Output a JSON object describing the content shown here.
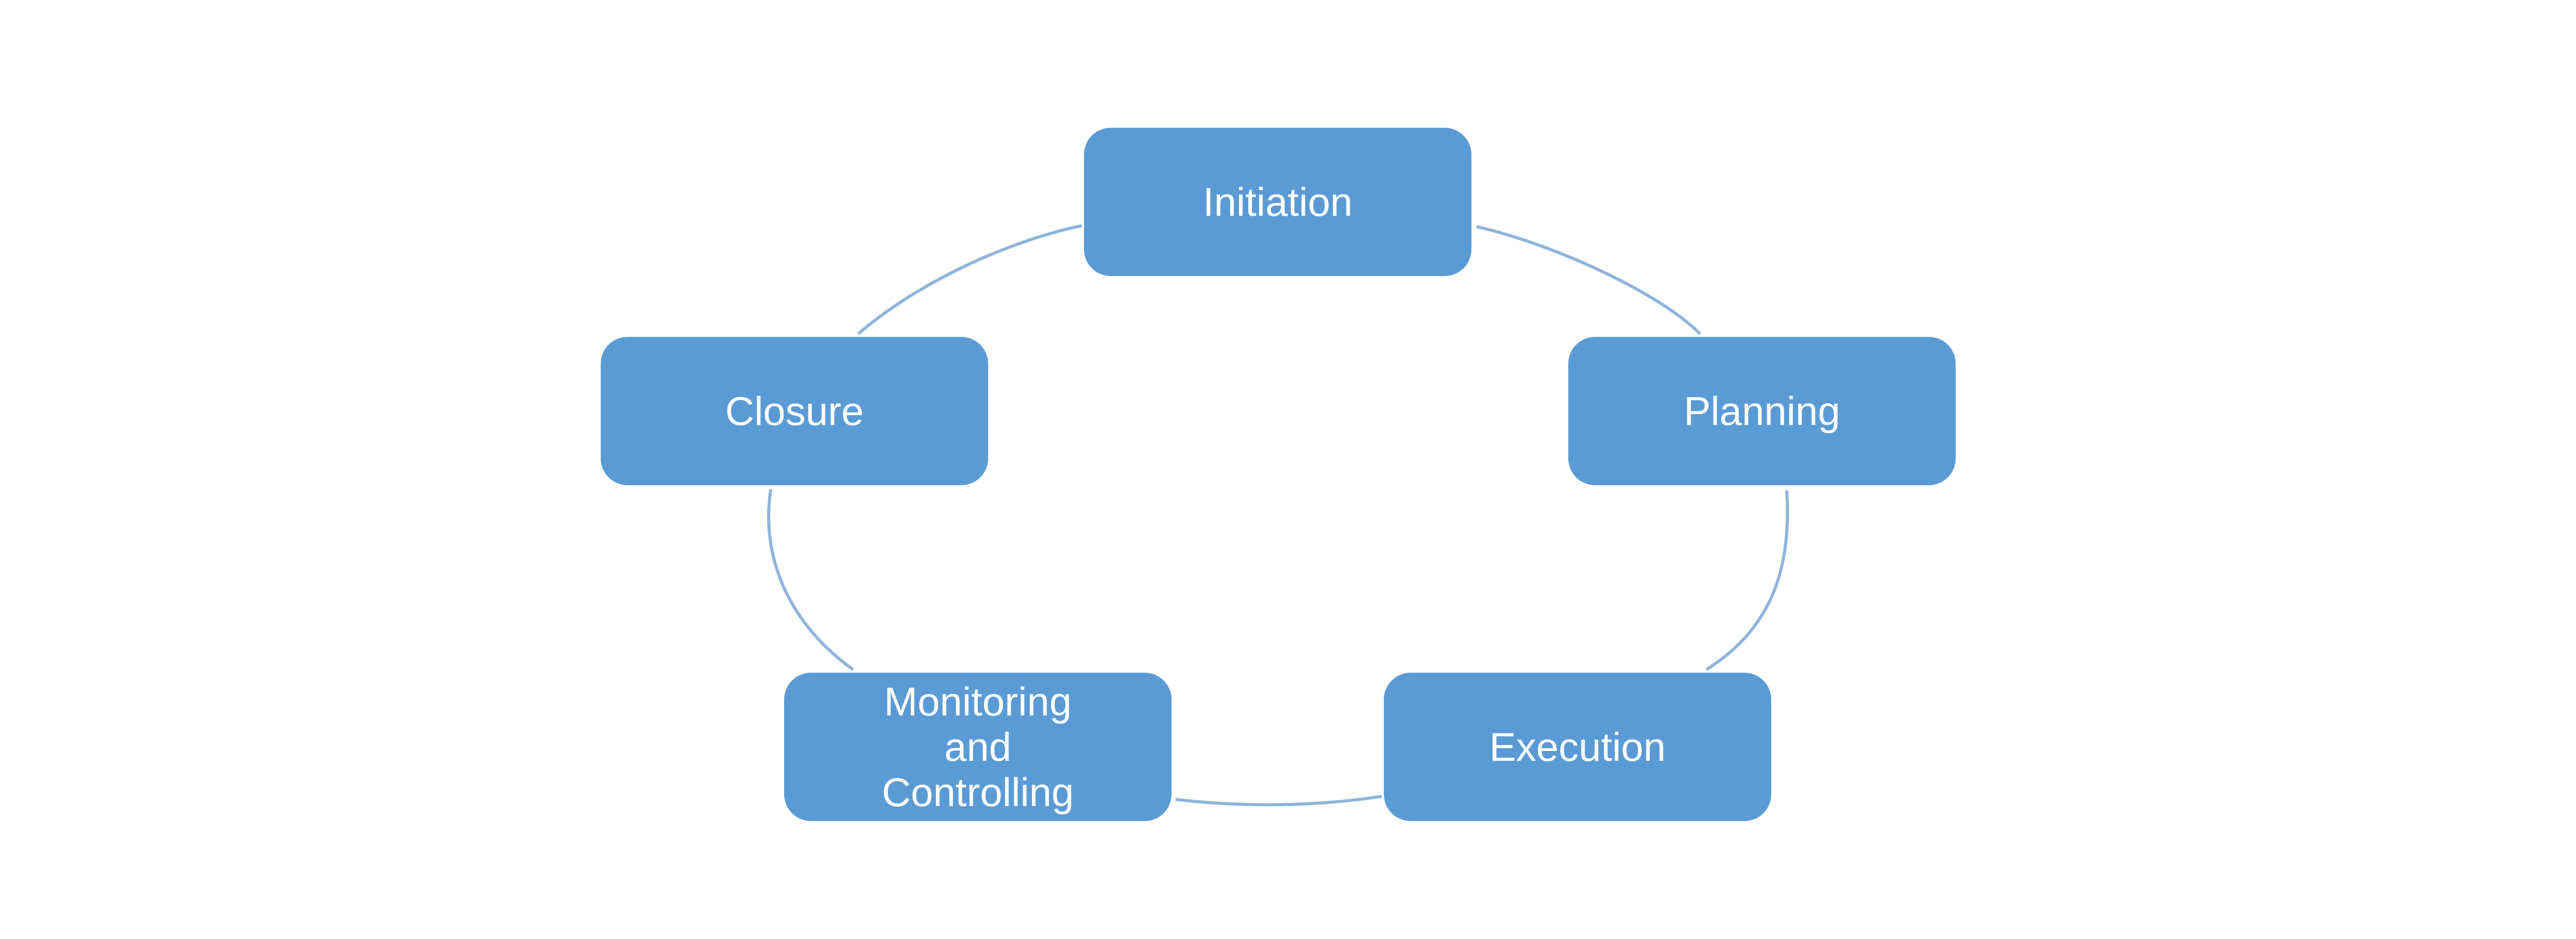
{
  "diagram": {
    "type": "cycle",
    "colors": {
      "node_fill": "#5b9bd5",
      "node_text": "#ffffff",
      "connector": "#8fb4dc",
      "background": "#ffffff"
    },
    "stages": [
      {
        "label": "Initiation"
      },
      {
        "label": "Planning"
      },
      {
        "label": "Execution"
      },
      {
        "label": "Monitoring\nand\nControlling"
      },
      {
        "label": "Closure"
      }
    ]
  }
}
